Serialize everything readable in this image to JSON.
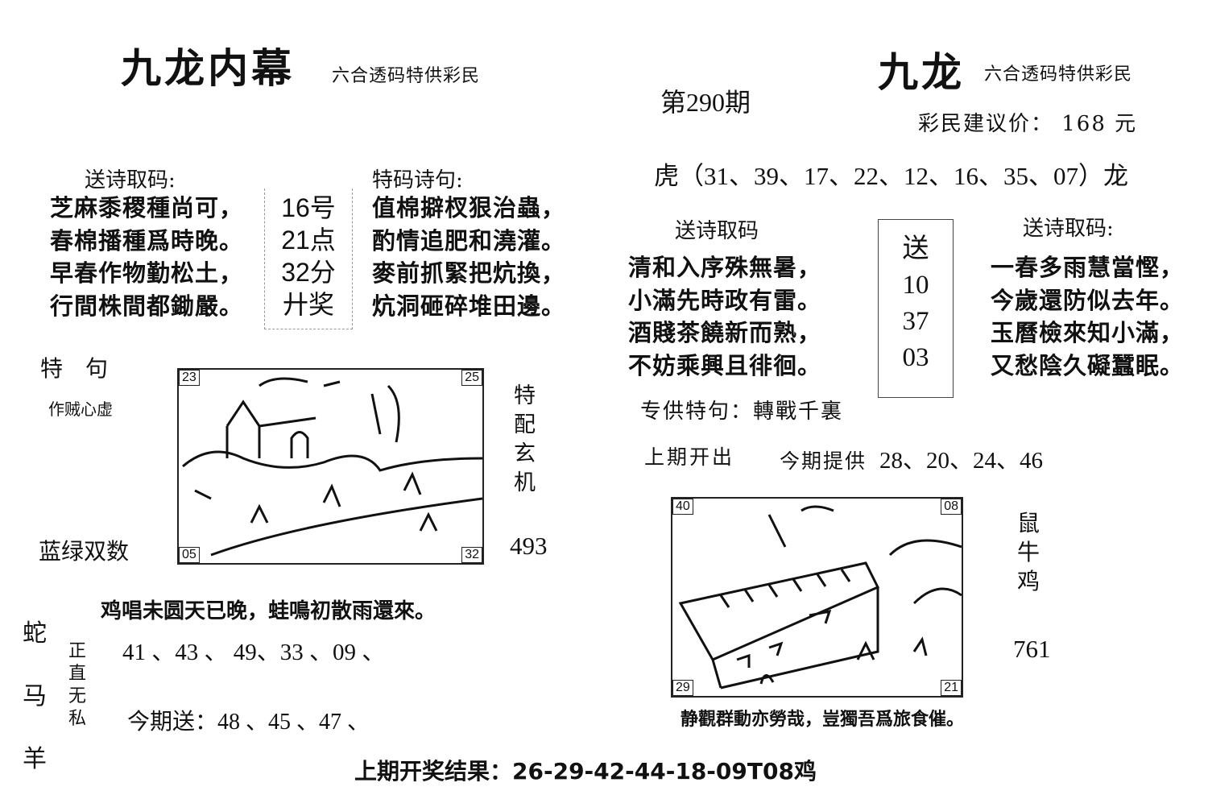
{
  "left": {
    "title": "九龙内幕",
    "subtitle": "六合透码特供彩民",
    "poem_heading": "送诗取码:",
    "poem_lines": [
      "芝麻黍稷種尚可，",
      "春棉播種爲時晚。",
      "早春作物勤松土，",
      "行間株間都鋤嚴。"
    ],
    "mid_box": [
      "16号",
      "21点",
      "32分",
      "廾奖"
    ],
    "poem2_heading": "特码诗句:",
    "poem2_lines": [
      "值棉擗杈狠治蟲，",
      "酌情追肥和澆灌。",
      "麥前抓緊把炕換，",
      "炕洞砸碎堆田邊。"
    ],
    "special_label": "特　句",
    "special_text": "作贼心虚",
    "image_corners": [
      "23",
      "25",
      "05",
      "32"
    ],
    "side_vertical": [
      "特",
      "配",
      "玄",
      "机"
    ],
    "color_hint": "蓝绿双数",
    "side_number": "493",
    "verse": "鸡唱未圆天已晚，蛙鳴初散雨還來。",
    "zodiac_vertical": [
      "蛇",
      "马",
      "羊"
    ],
    "motto_vertical": [
      "正",
      "直",
      "无",
      "私"
    ],
    "numbers": "41 、43 、 49、33 、09 、",
    "send_label": "今期送：",
    "send_numbers": "48 、45 、47 、"
  },
  "issue": "第290期",
  "right": {
    "title": "九龙",
    "subtitle": "六合透码特供彩民",
    "price": "彩民建议价： 168 元",
    "tiger_dragon": "虎（31、39、17、22、12、16、35、07）龙",
    "poem_heading": "送诗取码",
    "poem_lines": [
      "清和入序殊無暑，",
      "小滿先時政有雷。",
      "酒賤茶饒新而熟，",
      "不妨乘興且徘徊。"
    ],
    "mid_box": [
      "送",
      "10",
      "37",
      "03"
    ],
    "poem2_heading": "送诗取码:",
    "poem2_lines": [
      "一春多雨慧當慳，",
      "今歲還防似去年。",
      "玉曆檢來知小滿，",
      "又愁陰久礙蠶眠。"
    ],
    "special": "专供特句：轉戰千裏",
    "last_label": "上期开出",
    "provide_label": "今期提供",
    "provide_numbers": "28、20、24、46",
    "image_corners": [
      "40",
      "08",
      "29",
      "21"
    ],
    "side_vertical": [
      "鼠",
      "牛",
      "鸡"
    ],
    "side_number": "761",
    "caption": "静觀群動亦勞哉，豈獨吾爲旅食催。"
  },
  "footer": "上期开奖结果：26-29-42-44-18-09T08鸡"
}
